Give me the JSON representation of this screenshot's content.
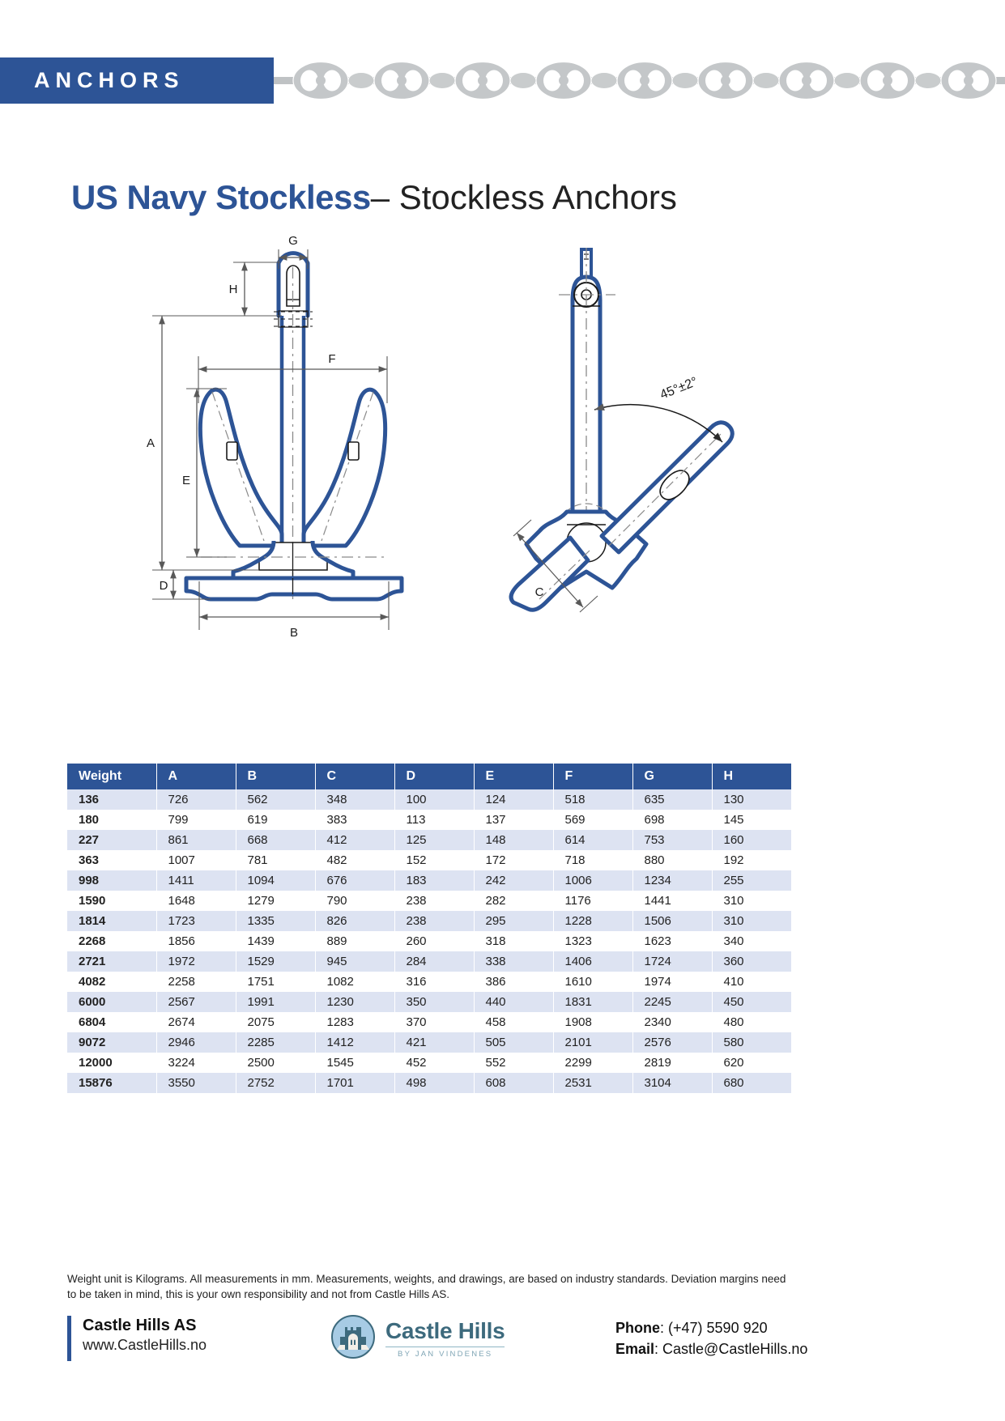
{
  "header": {
    "category_tab": "ANCHORS",
    "chain_icon": "anchor-chain-icon",
    "accent_color": "#2d5496"
  },
  "title": {
    "strong": "US Navy Stockless",
    "separator": "–",
    "rest": "Stockless Anchors"
  },
  "drawing": {
    "front_view_label": "us-navy-stockless-front-view",
    "angled_view_label": "us-navy-stockless-angled-view",
    "dimension_labels": {
      "A": "A",
      "B": "B",
      "C": "C",
      "D": "D",
      "E": "E",
      "F": "F",
      "G": "G",
      "H": "H"
    },
    "angle_annotation": "45°±2°",
    "outline_color": "#2d5496",
    "line_color": "#595959"
  },
  "table": {
    "columns": [
      "Weight",
      "A",
      "B",
      "C",
      "D",
      "E",
      "F",
      "G",
      "H"
    ],
    "rows": [
      [
        "136",
        "726",
        "562",
        "348",
        "100",
        "124",
        "518",
        "635",
        "130"
      ],
      [
        "180",
        "799",
        "619",
        "383",
        "113",
        "137",
        "569",
        "698",
        "145"
      ],
      [
        "227",
        "861",
        "668",
        "412",
        "125",
        "148",
        "614",
        "753",
        "160"
      ],
      [
        "363",
        "1007",
        "781",
        "482",
        "152",
        "172",
        "718",
        "880",
        "192"
      ],
      [
        "998",
        "1411",
        "1094",
        "676",
        "183",
        "242",
        "1006",
        "1234",
        "255"
      ],
      [
        "1590",
        "1648",
        "1279",
        "790",
        "238",
        "282",
        "1176",
        "1441",
        "310"
      ],
      [
        "1814",
        "1723",
        "1335",
        "826",
        "238",
        "295",
        "1228",
        "1506",
        "310"
      ],
      [
        "2268",
        "1856",
        "1439",
        "889",
        "260",
        "318",
        "1323",
        "1623",
        "340"
      ],
      [
        "2721",
        "1972",
        "1529",
        "945",
        "284",
        "338",
        "1406",
        "1724",
        "360"
      ],
      [
        "4082",
        "2258",
        "1751",
        "1082",
        "316",
        "386",
        "1610",
        "1974",
        "410"
      ],
      [
        "6000",
        "2567",
        "1991",
        "1230",
        "350",
        "440",
        "1831",
        "2245",
        "450"
      ],
      [
        "6804",
        "2674",
        "2075",
        "1283",
        "370",
        "458",
        "1908",
        "2340",
        "480"
      ],
      [
        "9072",
        "2946",
        "2285",
        "1412",
        "421",
        "505",
        "2101",
        "2576",
        "580"
      ],
      [
        "12000",
        "3224",
        "2500",
        "1545",
        "452",
        "552",
        "2299",
        "2819",
        "620"
      ],
      [
        "15876",
        "3550",
        "2752",
        "1701",
        "498",
        "608",
        "2531",
        "3104",
        "680"
      ]
    ]
  },
  "disclaimer": "Weight unit is Kilograms. All measurements in mm. Measurements, weights, and drawings, are based on industry standards. Deviation margins need to be taken in mind, this is your own responsibility and not from Castle Hills AS.",
  "footer": {
    "company_name": "Castle Hills AS",
    "company_url": "www.CastleHills.no",
    "logo_main": "Castle Hills",
    "logo_sub": "BY JAN VINDENES",
    "logo_icon": "castle-tower-logo-icon",
    "phone_label": "Phone",
    "phone_value": ": (+47) 5590 920",
    "email_label": "Email",
    "email_value": ": Castle@CastleHills.no"
  }
}
